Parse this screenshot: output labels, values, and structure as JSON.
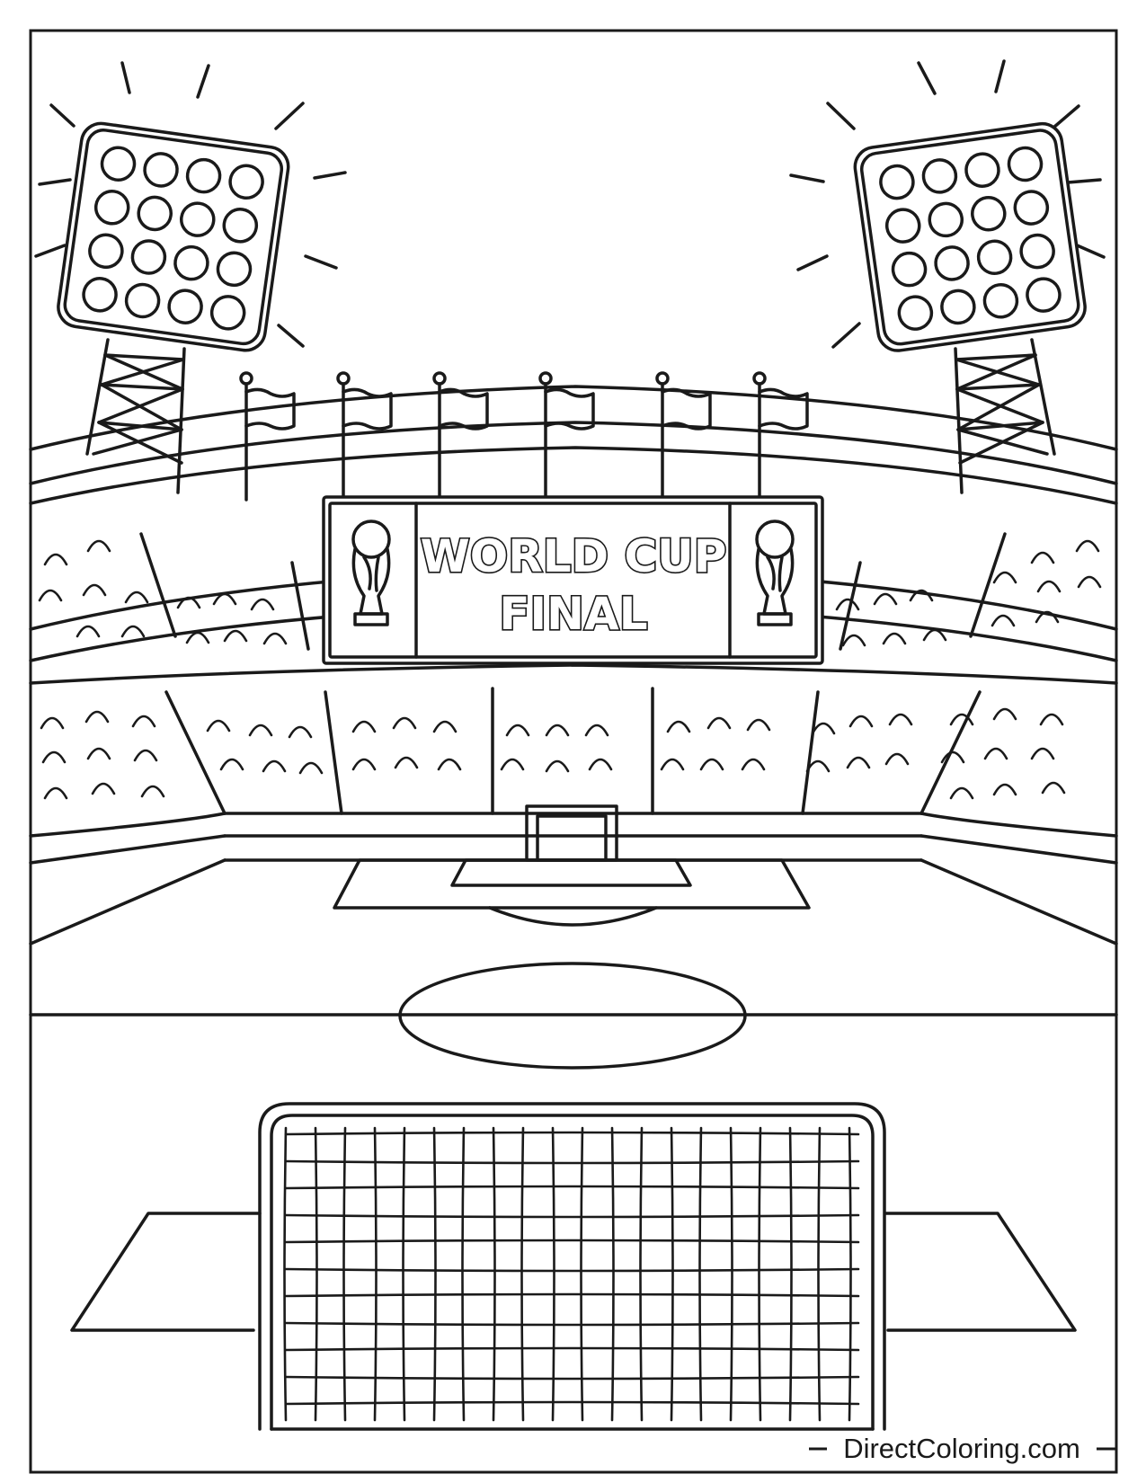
{
  "banner": {
    "line1": "WORLD CUP",
    "line2": "FINAL"
  },
  "watermark": "DirectColoring.com",
  "icons": [
    "floodlight-icon",
    "flag-icon",
    "trophy-icon",
    "soccer-goal-icon"
  ],
  "colors": {
    "ink": "#1a1a1a",
    "paper": "#ffffff"
  }
}
